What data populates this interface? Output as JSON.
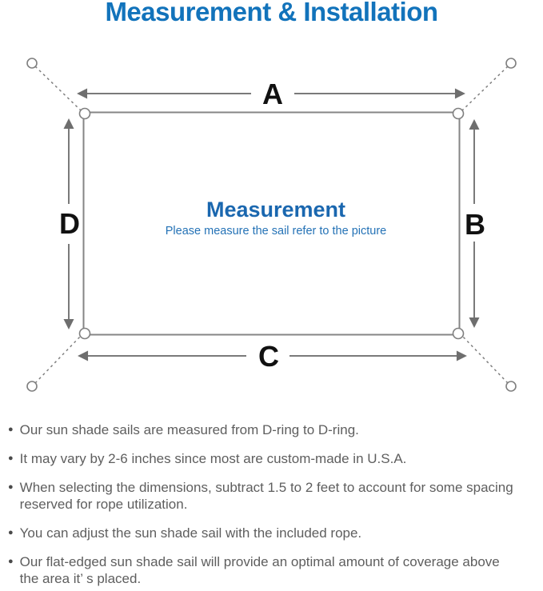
{
  "title": "Measurement & Installation",
  "diagram": {
    "dimension_labels": {
      "top": "A",
      "right": "B",
      "bottom": "C",
      "left": "D"
    },
    "center_title": "Measurement",
    "center_subtitle": "Please measure the sail refer to the picture"
  },
  "colors": {
    "title_blue": "#1273bb",
    "center_title_blue": "#1a67af",
    "center_subtitle_blue": "#2472b6",
    "diagram_line_gray": "#7f7f7f",
    "dimension_label_black": "#111111",
    "body_text_gray": "#5e5e5e"
  },
  "bullets": [
    {
      "lines": [
        "Our sun shade sails are measured from D-ring to D-ring."
      ]
    },
    {
      "lines": [
        "It may vary by 2-6 inches since most are custom-made in U.S.A."
      ]
    },
    {
      "lines": [
        "When selecting the dimensions, subtract 1.5 to 2 feet to account for some spacing",
        "reserved for rope utilization."
      ]
    },
    {
      "lines": [
        "You can adjust the sun shade sail with the included rope."
      ]
    },
    {
      "lines": [
        "Our flat-edged sun shade sail will provide an optimal amount of coverage above",
        "the area it’ s placed."
      ]
    }
  ]
}
